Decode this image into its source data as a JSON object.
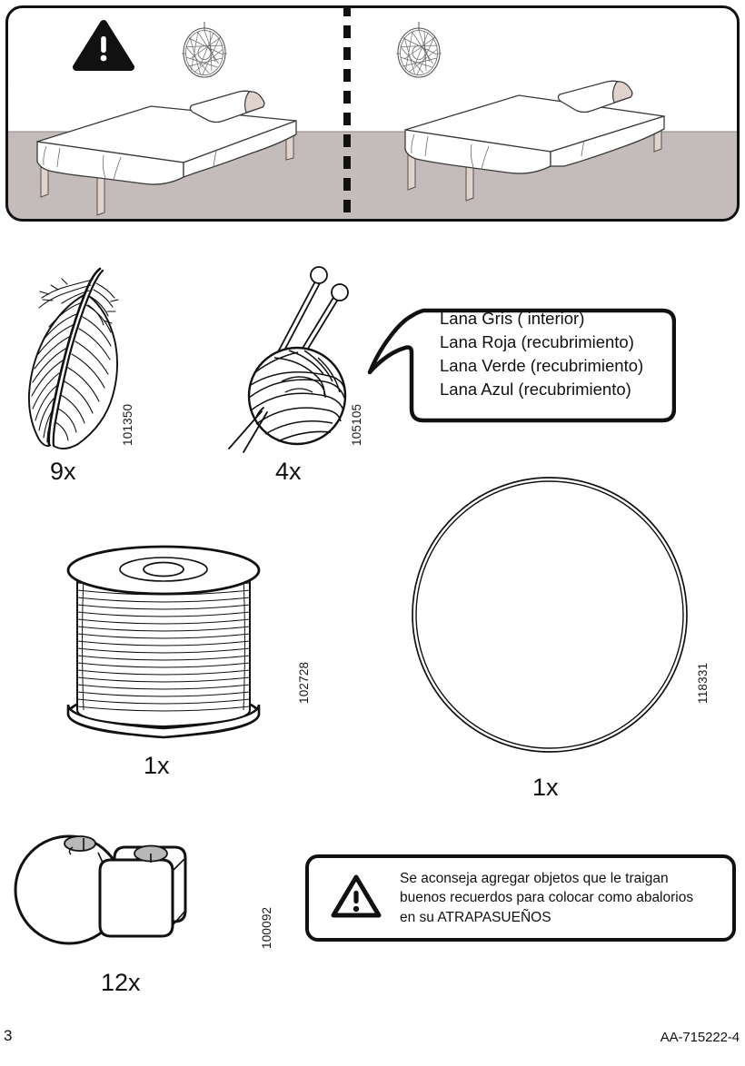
{
  "page": {
    "number": "3",
    "doc_code": "AA-715222-4",
    "language": "es",
    "colors": {
      "ink": "#111111",
      "floor": "#c4bcbb",
      "wall": "#ffffff",
      "accent_beige": "#e0d3cd",
      "bead_hole": "#b8b8b8"
    }
  },
  "scene": {
    "name": "dreamcatcher-above-bed-comparison",
    "divider": "dashed-vertical-line",
    "left_panel": {
      "warning_icon": "warning-triangle-icon",
      "wall_object": "dreamcatcher-icon",
      "furniture": "bed-with-bolster-pillow"
    },
    "right_panel": {
      "wall_object": "dreamcatcher-icon",
      "furniture": "bed-with-bolster-pillow"
    }
  },
  "parts": [
    {
      "id": "feather",
      "icon": "feather-icon",
      "code": "101350",
      "qty": "9x"
    },
    {
      "id": "yarn-ball",
      "icon": "yarn-ball-with-needles-icon",
      "code": "105105",
      "qty": "4x"
    },
    {
      "id": "cord-spool",
      "icon": "cord-spool-icon",
      "code": "102728",
      "qty": "1x"
    },
    {
      "id": "metal-ring",
      "icon": "metal-hoop-ring-icon",
      "code": "118331",
      "qty": "1x"
    },
    {
      "id": "beads",
      "icon": "beads-round-and-cube-icon",
      "code": "100092",
      "qty": "12x"
    }
  ],
  "wool_callout": {
    "icon": "speech-bubble-icon",
    "lines": [
      "Lana Gris ( interior)",
      "Lana Roja (recubrimiento)",
      "Lana Verde (recubrimiento)",
      "Lana Azul (recubrimiento)"
    ]
  },
  "advisory": {
    "icon": "warning-triangle-icon",
    "lines": [
      "Se aconseja agregar objetos que le traigan",
      "buenos recuerdos para colocar como abalorios",
      "en su ATRAPASUEÑOS"
    ]
  }
}
